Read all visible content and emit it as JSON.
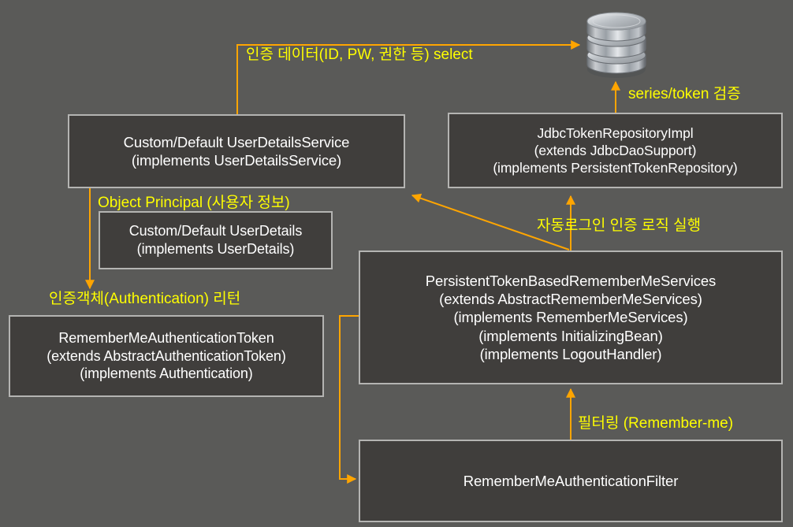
{
  "diagram": {
    "title": "Spring Security Remember-Me (Persistent Token) flow",
    "background_color": "#5a5a58",
    "box_fill_color": "#403e3c",
    "box_border_color": "#b4b4b2",
    "box_text_color": "#ffffff",
    "label_text_color": "#ffff00",
    "connector_color": "#ffa500"
  },
  "nodes": {
    "database": {
      "icon": "database-cylinder-icon",
      "label": ""
    },
    "user_details_service": {
      "lines": [
        "Custom/Default UserDetailsService",
        "(implements UserDetailsService)"
      ]
    },
    "jdbc_token_repository": {
      "lines": [
        "JdbcTokenRepositoryImpl",
        "(extends JdbcDaoSupport)",
        "(implements PersistentTokenRepository)"
      ]
    },
    "user_details": {
      "lines": [
        "Custom/Default UserDetails",
        "(implements UserDetails)"
      ]
    },
    "remember_me_authentication_token": {
      "lines": [
        "RememberMeAuthenticationToken",
        "(extends AbstractAuthenticationToken)",
        "(implements Authentication)"
      ]
    },
    "persistent_token_based_remember_me_services": {
      "lines": [
        "PersistentTokenBasedRememberMeServices",
        "(extends AbstractRememberMeServices)",
        "(implements RememberMeServices)",
        "(implements InitializingBean)",
        "(implements LogoutHandler)"
      ]
    },
    "remember_me_authentication_filter": {
      "lines": [
        "RememberMeAuthenticationFilter"
      ]
    }
  },
  "labels": {
    "select_auth_data": "인증 데이터(ID, PW, 권한 등) select",
    "series_token_verify": "series/token 검증",
    "object_principal": "Object Principal (사용자 정보)",
    "authentication_return": "인증객체(Authentication) 리턴",
    "auto_login_logic": "자동로그인 인증 로직 실행",
    "filtering_remember_me": "필터링 (Remember-me)"
  }
}
